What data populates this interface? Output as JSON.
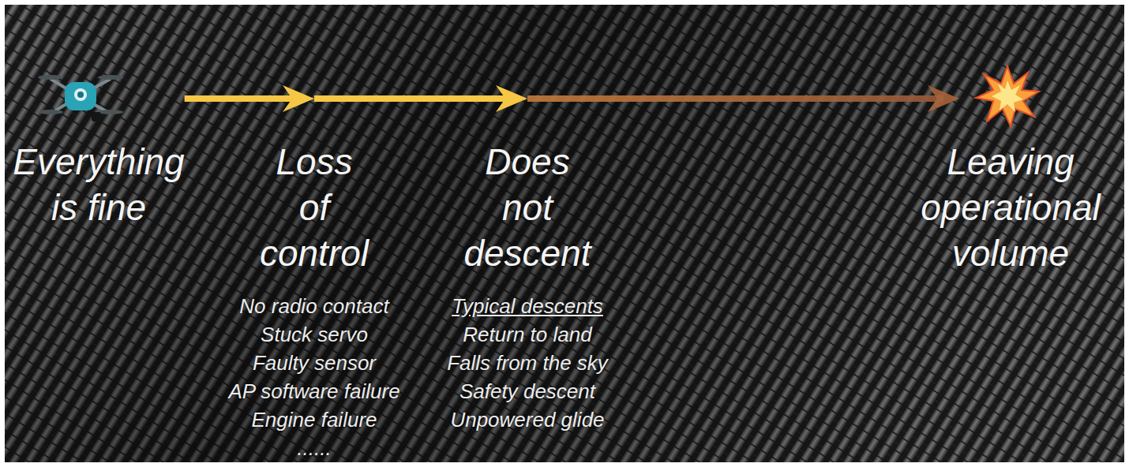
{
  "diagram": {
    "nodes": [
      {
        "text": [
          "Everything is fine"
        ]
      },
      {
        "text": [
          "Loss of control",
          "No radio contact",
          "Stuck servo",
          "Faulty sensor",
          "AP software failure",
          "Engine failure",
          "......"
        ]
      },
      {
        "text": [
          "Does not descent",
          "Typical descents",
          "Return to land",
          "Falls from the sky",
          "Safety descent",
          "Unpowered glide"
        ]
      },
      {
        "text": [
          "Leaving operational volume"
        ]
      }
    ],
    "edges": [
      {
        "from": 0,
        "to": 1,
        "arrow": "to"
      },
      {
        "from": 1,
        "to": 2,
        "arrow": "to"
      },
      {
        "from": 2,
        "to": 3,
        "arrow": "to"
      }
    ]
  }
}
